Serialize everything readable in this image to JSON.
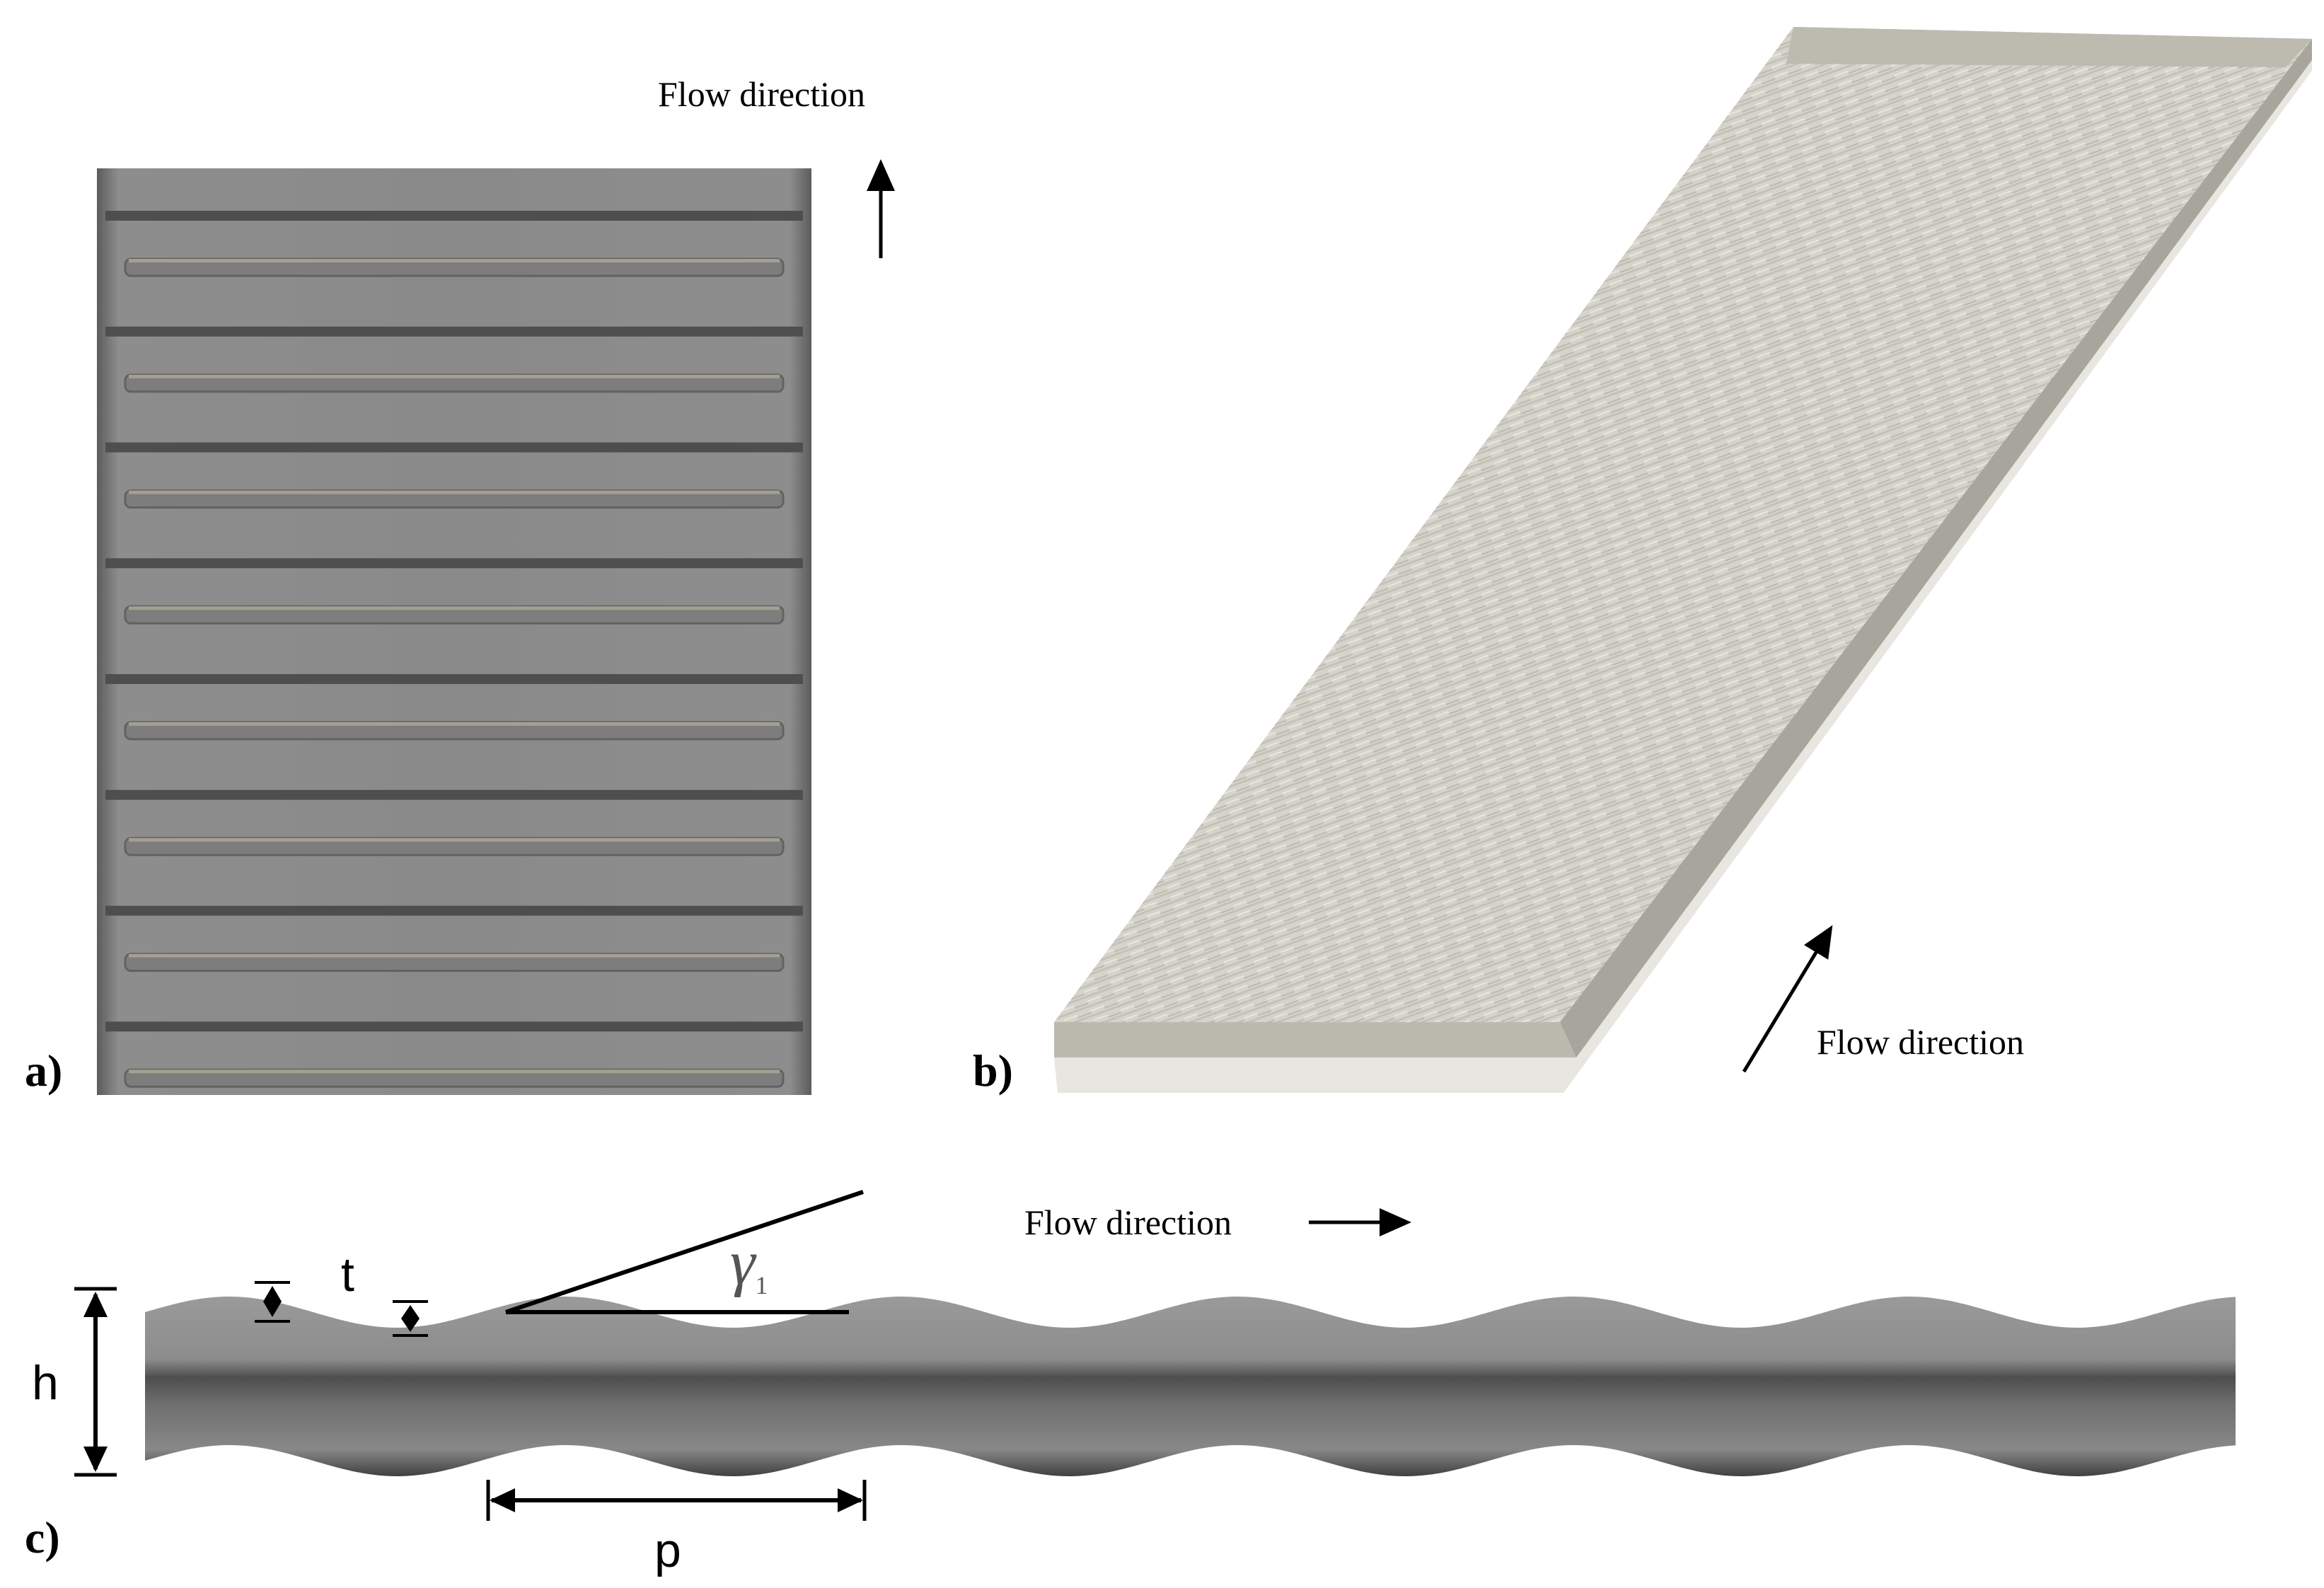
{
  "panels": {
    "a": {
      "label": "a)",
      "flow_label": "Flow direction",
      "arrow_direction": "up"
    },
    "b": {
      "label": "b)",
      "flow_label": "Flow direction",
      "arrow_direction": "up-right"
    },
    "c": {
      "label": "c)",
      "flow_label": "Flow direction",
      "arrow_direction": "right",
      "dimensions": {
        "t": "t",
        "h": "h",
        "p": "p",
        "angle": "γ",
        "angle_subscript": "1"
      }
    }
  },
  "colors": {
    "plate_gray": "#8a8a8a",
    "plate_dark": "#5a5a5a",
    "plate_3d_light": "#d9d6cf",
    "plate_3d_edge": "#b9b7ae",
    "arrow": "#000000"
  }
}
